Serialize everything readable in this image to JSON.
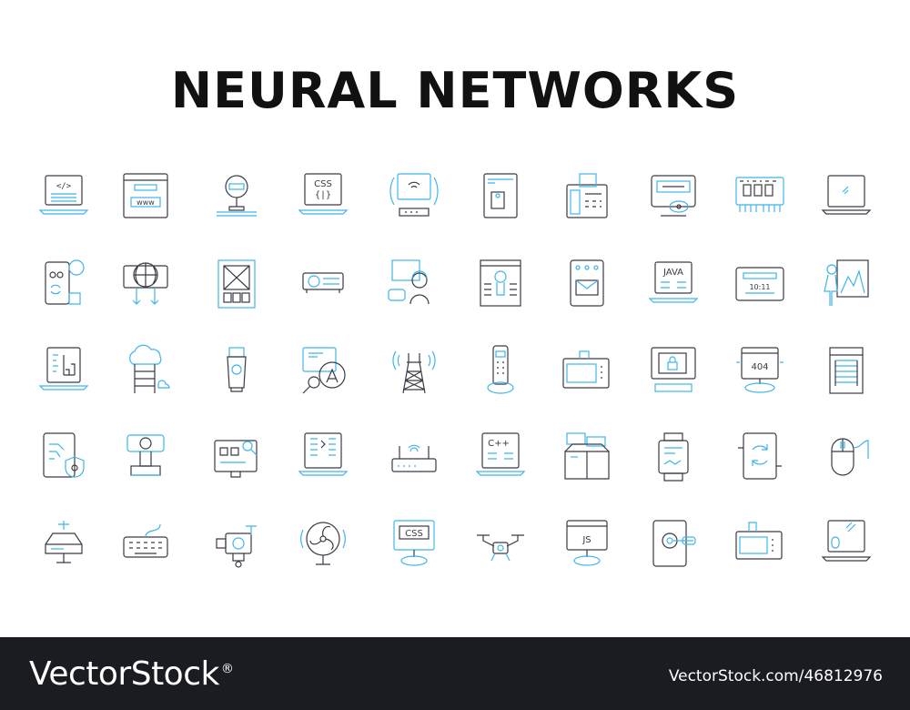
{
  "title": "NEURAL NETWORKS",
  "colors": {
    "stroke_dark": "#3a3a44",
    "stroke_blue": "#3fb4ea",
    "footer_bg": "#1b1c22"
  },
  "icons": [
    [
      "code-laptop-icon",
      "browser-www-icon",
      "webcam-icon",
      "css-laptop-icon",
      "wifi-router-laptop-icon",
      "hard-drive-icon",
      "fax-machine-icon",
      "monitor-eye-icon",
      "ram-memory-icon",
      "laptop-icon"
    ],
    [
      "smartphone-touch-icon",
      "globe-browser-icon",
      "wireframe-icon",
      "projector-icon",
      "support-agent-icon",
      "robot-screen-icon",
      "tablet-mail-icon",
      "java-laptop-icon",
      "tablet-clock-icon",
      "laptop-success-icon"
    ],
    [
      "laptop-chart-icon",
      "cloud-server-icon",
      "usb-flash-icon",
      "laptop-search-icon",
      "radio-tower-icon",
      "cordless-phone-icon",
      "microwave-icon",
      "monitor-lock-icon",
      "monitor-404-icon",
      "server-rack-icon"
    ],
    [
      "tablet-security-icon",
      "webcam-device-icon",
      "computer-pencil-icon",
      "code-laptop-icon",
      "router-icon",
      "cpp-laptop-icon",
      "boxes-icon",
      "smartwatch-icon",
      "tablet-sync-icon",
      "mouse-icon"
    ],
    [
      "network-drive-icon",
      "keyboard-icon",
      "video-camera-icon",
      "fan-icon",
      "css-monitor-icon",
      "drone-icon",
      "js-monitor-icon",
      "tablet-touch-icon",
      "microwave-oven-icon",
      "laptop-mouse-icon"
    ]
  ],
  "icon_text": {
    "code": "</>",
    "www": "www",
    "css": "CSS",
    "cssbrace": "{|}",
    "java": "JAVA",
    "time": "10:11",
    "err": "404",
    "cpp": "C++",
    "js": "JS"
  },
  "footer": {
    "brand": "VectorStock",
    "reg": "®",
    "vector_id": "VectorStock.com/46812976"
  }
}
